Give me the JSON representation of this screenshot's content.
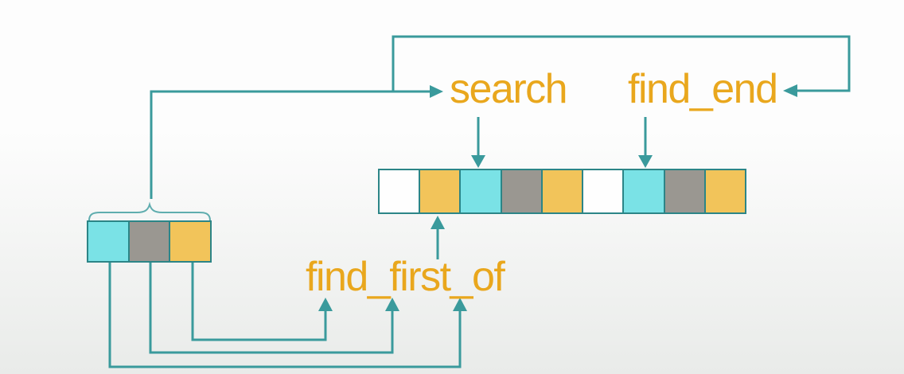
{
  "colors": {
    "teal": "#3a9a9c",
    "gold": "#e9a71d",
    "cell_border": "#2c8587",
    "cell_cyan": "#7ae2e6",
    "cell_gray": "#9a9791",
    "cell_yellow": "#f2c45a",
    "cell_white": "#fefefe",
    "bg_top": "#fdfdfd",
    "bg_bottom": "#e9ebe9"
  },
  "labels": {
    "search": "search",
    "find_end": "find_end",
    "find_first_of": "find_first_of"
  },
  "pattern_array": {
    "cells": [
      "cyan",
      "gray",
      "yellow"
    ]
  },
  "sequence_array": {
    "cells": [
      "white",
      "yellow",
      "cyan",
      "gray",
      "yellow",
      "white",
      "cyan",
      "gray",
      "yellow"
    ]
  }
}
